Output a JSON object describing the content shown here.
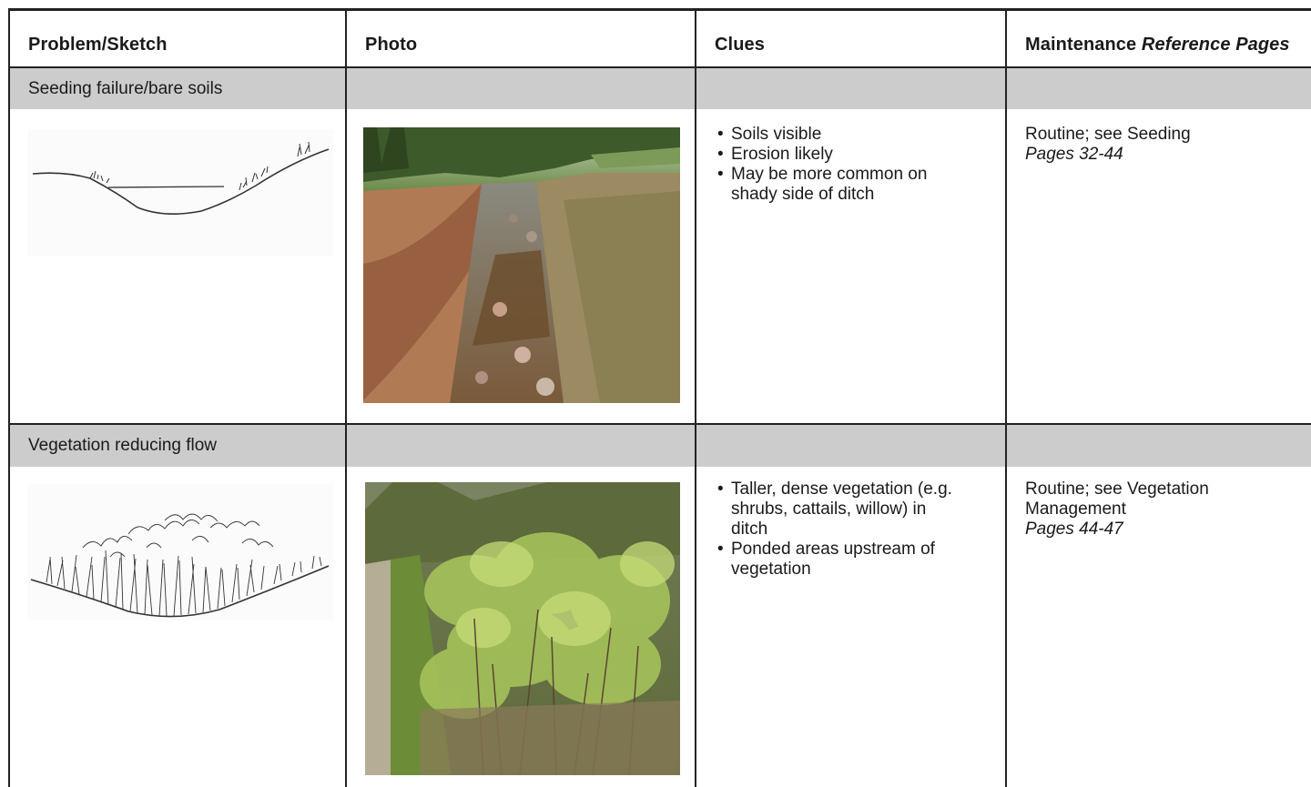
{
  "headers": {
    "problem": "Problem/Sketch",
    "photo": "Photo",
    "clues": "Clues",
    "maintenance": "Maintenance",
    "maintenance_italic": "Reference Pages"
  },
  "rows": [
    {
      "section": "Seeding failure/bare soils",
      "clues": [
        "Soils visible",
        "Erosion likely",
        "May be more common on shady side of ditch"
      ],
      "maintenance_line1": "Routine; see Seeding",
      "maintenance_line2": "",
      "pages": "Pages 32-44"
    },
    {
      "section": "Vegetation reducing flow",
      "clues": [
        "Taller, dense vegetation (e.g. shrubs, cattails, willow) in ditch",
        "Ponded areas upstream of vegetation"
      ],
      "maintenance_line1": "Routine; see Vegetation",
      "maintenance_line2": "Management",
      "pages": "Pages 44-47"
    }
  ],
  "colors": {
    "section_band": "#cccccc",
    "border": "#222222"
  },
  "icons": {
    "sketch1": "bare-ditch-sketch",
    "sketch2": "vegetated-ditch-sketch",
    "photo1": "eroded-ditch-photo",
    "photo2": "shrub-filled-ditch-photo"
  }
}
